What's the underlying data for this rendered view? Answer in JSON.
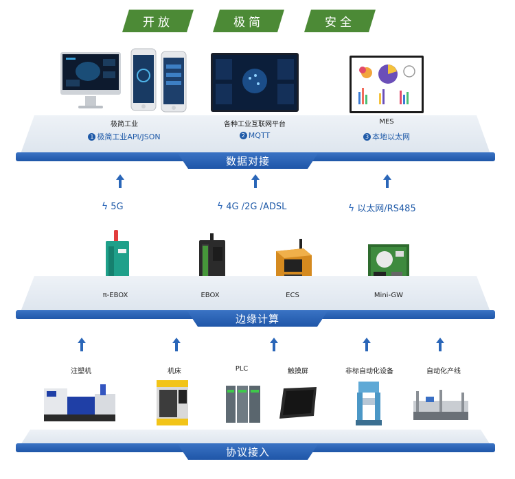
{
  "badges": [
    "开放",
    "极简",
    "安全"
  ],
  "top_layer": {
    "label": "数据对接",
    "items": [
      {
        "name": "极简工业",
        "protocol_num": "1",
        "protocol": "极简工业API/JSON"
      },
      {
        "name": "各种工业互联网平台",
        "protocol_num": "2",
        "protocol": "MQTT"
      },
      {
        "name": "MES",
        "protocol_num": "3",
        "protocol": "本地以太网"
      }
    ]
  },
  "connections": [
    "5G",
    "4G /2G /ADSL",
    "以太网/RS485"
  ],
  "edge_layer": {
    "label": "边缘计算",
    "devices": [
      "π-EBOX",
      "EBOX",
      "ECS",
      "Mini-GW"
    ]
  },
  "access_layer": {
    "label": "协议接入",
    "devices": [
      "注塑机",
      "机床",
      "PLC",
      "触摸屏",
      "非标自动化设备",
      "自动化产线"
    ]
  },
  "colors": {
    "badge_green": "#4c8a36",
    "bar_blue": "#1f56a8",
    "text_blue": "#1f5aa8"
  }
}
